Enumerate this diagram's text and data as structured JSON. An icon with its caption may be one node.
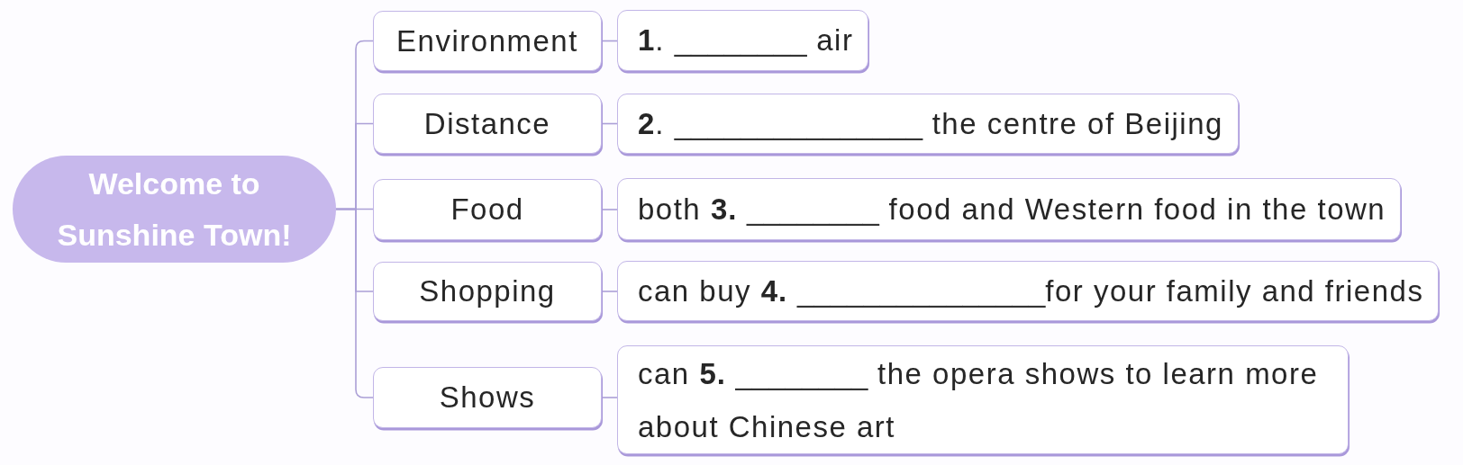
{
  "diagram": {
    "nodes": [
      {
        "text": [
          "Welcome to Sunshine Town!"
        ]
      },
      {
        "text": [
          "Environment"
        ]
      },
      {
        "text": [
          "**1**. ________ air"
        ]
      },
      {
        "text": [
          "Distance"
        ]
      },
      {
        "text": [
          "**2**. _______________ the centre of Beijing"
        ]
      },
      {
        "text": [
          "Food"
        ]
      },
      {
        "text": [
          "both **3.** ________ food and Western food in the town"
        ]
      },
      {
        "text": [
          "Shopping"
        ]
      },
      {
        "text": [
          "can buy **4.** _______________for your family and friends"
        ]
      },
      {
        "text": [
          "Shows"
        ]
      },
      {
        "text": [
          "can **5.** ________ the opera shows to learn more about Chinese art"
        ]
      }
    ],
    "edges": [
      {
        "from": 0,
        "to": 1,
        "arrow": "none"
      },
      {
        "from": 0,
        "to": 3,
        "arrow": "none"
      },
      {
        "from": 0,
        "to": 5,
        "arrow": "none"
      },
      {
        "from": 0,
        "to": 7,
        "arrow": "none"
      },
      {
        "from": 0,
        "to": 9,
        "arrow": "none"
      },
      {
        "from": 1,
        "to": 2,
        "arrow": "none"
      },
      {
        "from": 3,
        "to": 4,
        "arrow": "none"
      },
      {
        "from": 5,
        "to": 6,
        "arrow": "none"
      },
      {
        "from": 7,
        "to": 8,
        "arrow": "none"
      },
      {
        "from": 9,
        "to": 10,
        "arrow": "none"
      }
    ]
  }
}
